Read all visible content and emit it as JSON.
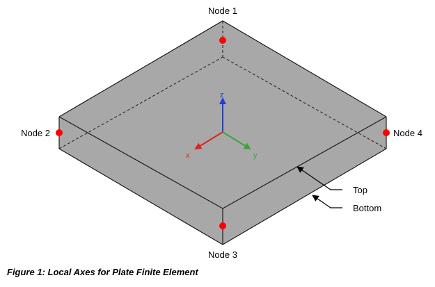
{
  "nodes": {
    "node1": "Node 1",
    "node2": "Node 2",
    "node3": "Node 3",
    "node4": "Node 4"
  },
  "axes": {
    "x": "x",
    "y": "y",
    "z": "z"
  },
  "callouts": {
    "top": "Top",
    "bottom": "Bottom"
  },
  "caption": "Figure 1: Local Axes for Plate Finite Element",
  "colors": {
    "plate_face": "#a8a8a8",
    "edges": "#1a1a1a",
    "node_marker": "#ff0000",
    "x_axis": "#e02020",
    "y_axis": "#3aa63a",
    "z_axis": "#1f3fd6"
  }
}
